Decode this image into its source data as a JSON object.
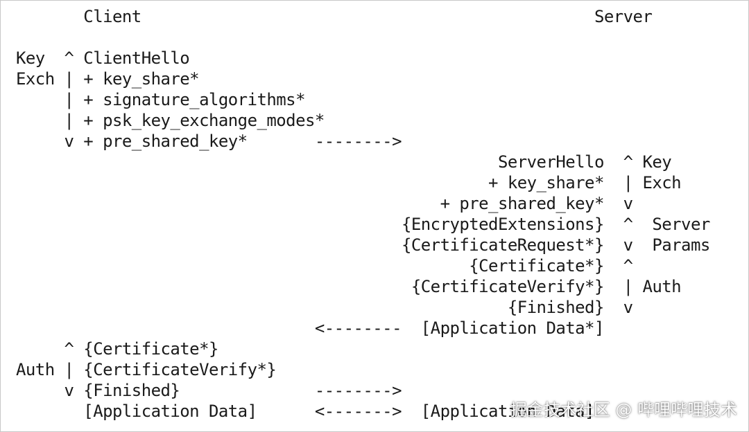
{
  "diagram": {
    "lines": [
      "       Client                                               Server",
      "",
      "Key  ^ ClientHello",
      "Exch | + key_share*",
      "     | + signature_algorithms*",
      "     | + psk_key_exchange_modes*",
      "     v + pre_shared_key*       -------->",
      "                                                  ServerHello  ^ Key",
      "                                                 + key_share*  | Exch",
      "                                            + pre_shared_key*  v",
      "                                        {EncryptedExtensions}  ^  Server",
      "                                        {CertificateRequest*}  v  Params",
      "                                               {Certificate*}  ^",
      "                                         {CertificateVerify*}  | Auth",
      "                                                   {Finished}  v",
      "                               <--------  [Application Data*]",
      "     ^ {Certificate*}",
      "Auth | {CertificateVerify*}",
      "     v {Finished}              -------->",
      "       [Application Data]      <------->  [Application Data]"
    ]
  },
  "watermark": {
    "text": "掘金技术社区 @ 哔哩哔哩技术"
  }
}
